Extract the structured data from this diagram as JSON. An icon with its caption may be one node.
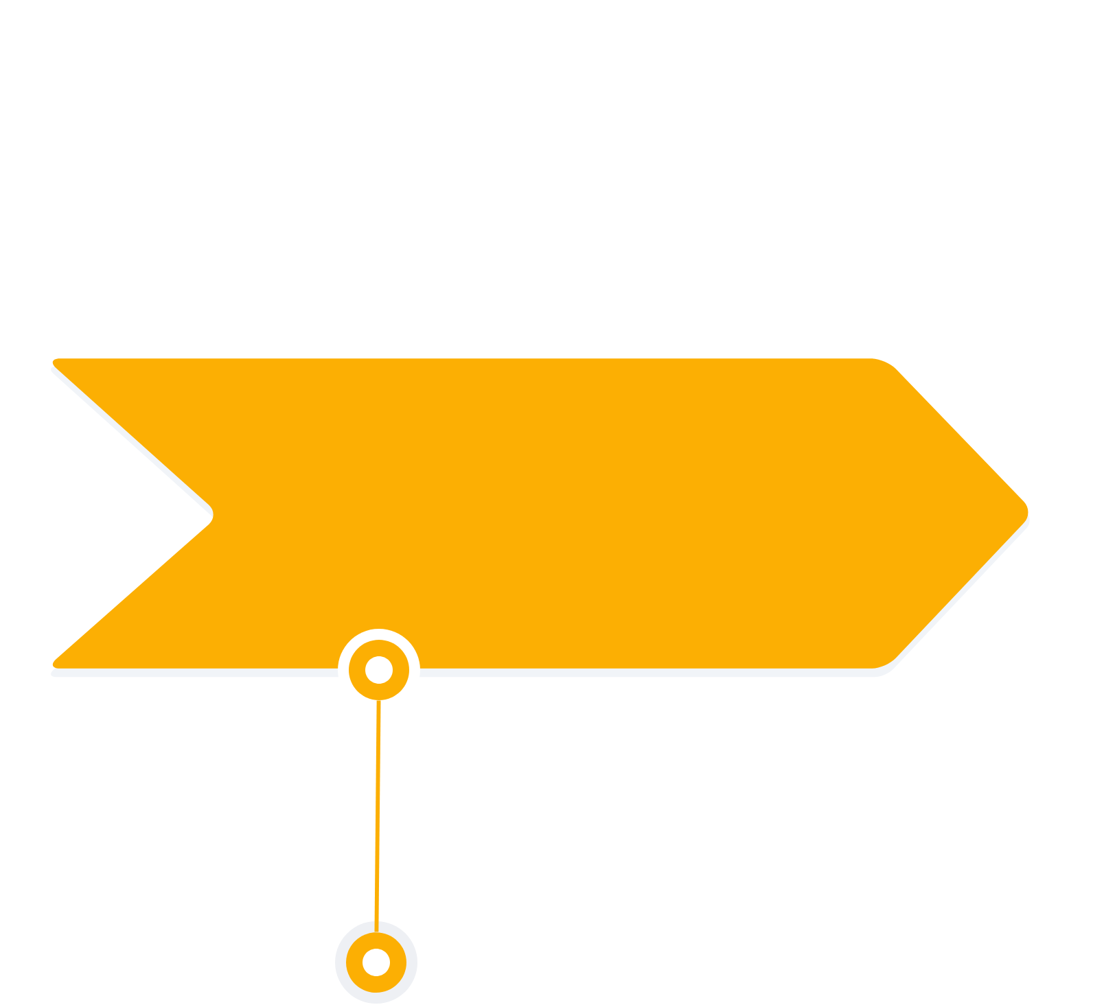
{
  "diagram": {
    "nodes": [
      {
        "text": [],
        "shape": "chevron"
      },
      {
        "text": [],
        "shape": "circle"
      },
      {
        "text": [],
        "shape": "circle"
      }
    ],
    "edges": [
      {
        "from": 1,
        "to": 2,
        "arrow": "none"
      }
    ]
  }
}
